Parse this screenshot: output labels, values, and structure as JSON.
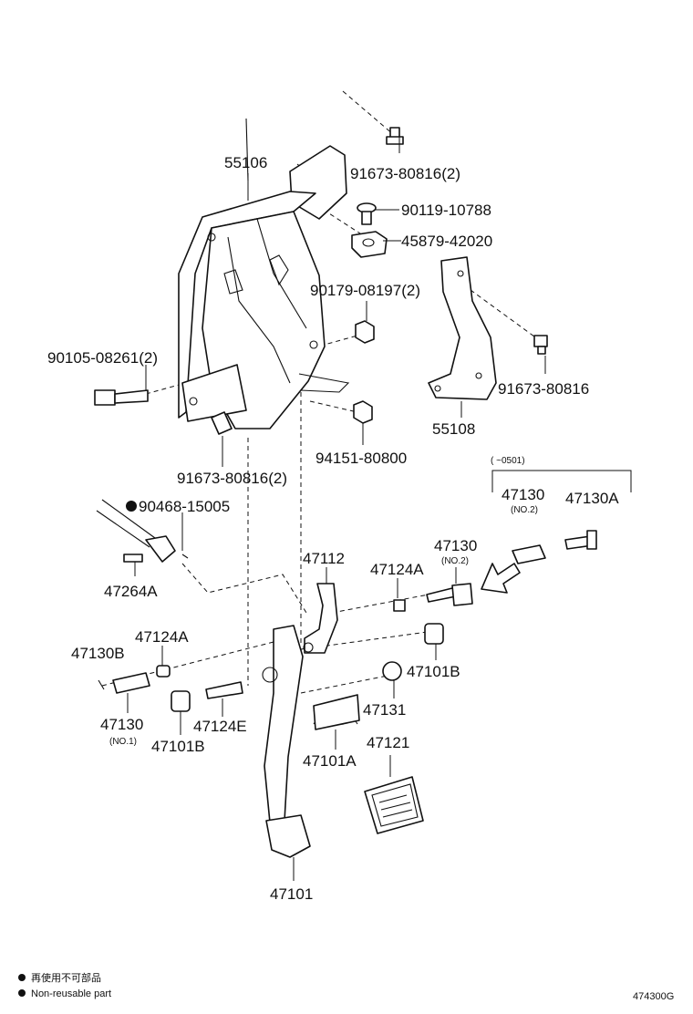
{
  "labels": {
    "p55106": "55106",
    "p91673_top": "91673-80816(2)",
    "p90119": "90119-10788",
    "p45879": "45879-42020",
    "p90179": "90179-08197(2)",
    "p90105": "90105-08261(2)",
    "p91673_right": "91673-80816",
    "p55108": "55108",
    "p94151": "94151-80800",
    "p91673_bottom": "91673-80816(2)",
    "p90468": "90468-15005",
    "p47264A": "47264A",
    "p47112": "47112",
    "p47124A_right": "47124A",
    "p47130_no2_main": "47130",
    "p47130_no2_main_sub": "(NO.2)",
    "p47130_box": "47130",
    "p47130_box_sub": "(NO.2)",
    "p47130A": "47130A",
    "box_header": "(      ~0501)",
    "p47124A_left": "47124A",
    "p47130B": "47130B",
    "p47101B_right": "47101B",
    "p47131": "47131",
    "p47130_no1": "47130",
    "p47130_no1_sub": "(NO.1)",
    "p47101B_left": "47101B",
    "p47124E": "47124E",
    "p47101A": "47101A",
    "p47121": "47121",
    "p47101": "47101"
  },
  "legend": {
    "line1": "再使用不可部品",
    "line2": "Non-reusable part"
  },
  "figure_code": "474300G"
}
